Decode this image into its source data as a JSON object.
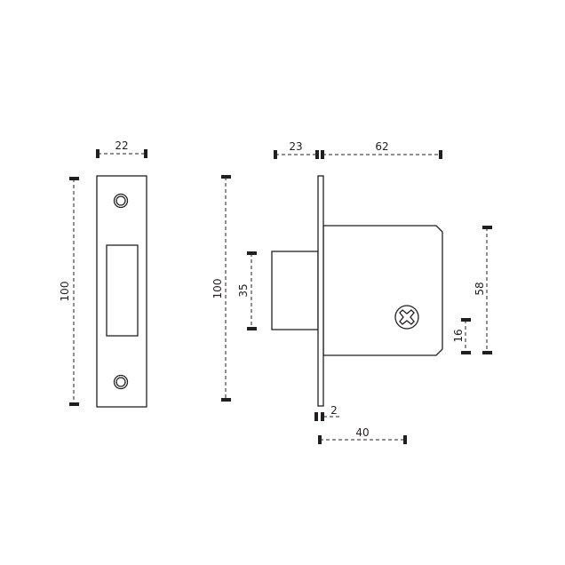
{
  "strike_plate": {
    "width_label": "22",
    "height_label": "100"
  },
  "lock": {
    "height_label": "100",
    "bolt_height_label": "35",
    "bolt_projection_label": "23",
    "body_depth_label": "62",
    "body_height_label": "58",
    "screw_offset_label": "16",
    "faceplate_thickness_label": "2",
    "backset_label": "40"
  },
  "colors": {
    "line": "#231f20",
    "background": "#ffffff"
  }
}
